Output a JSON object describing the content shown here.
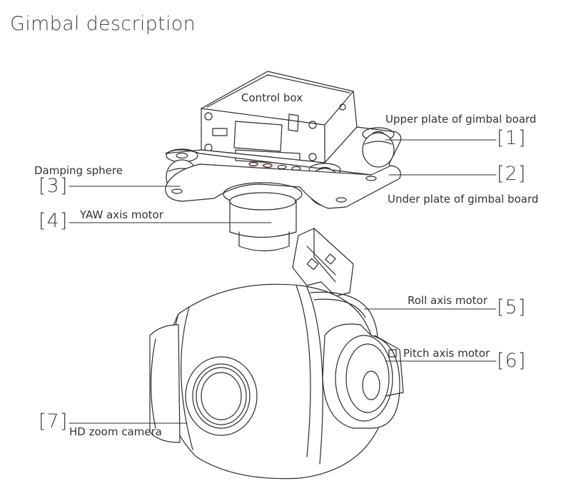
{
  "title": "Gimbal description",
  "colors": {
    "line": "#2b2b2b",
    "watermark": "#f2d3d3"
  },
  "callouts": [
    {
      "num": "[1]",
      "label": "Upper plate of gimbal board"
    },
    {
      "num": "[2]",
      "label": "Under plate of gimbal board"
    },
    {
      "num": "[3]",
      "label": "Damping sphere"
    },
    {
      "num": "[4]",
      "label": "YAW axis motor"
    },
    {
      "num": "[5]",
      "label": "Roll axis motor"
    },
    {
      "num": "[6]",
      "label": "Pitch axis motor"
    },
    {
      "num": "[7]",
      "label": "HD zoom camera"
    }
  ],
  "control_box_label": "Control box"
}
